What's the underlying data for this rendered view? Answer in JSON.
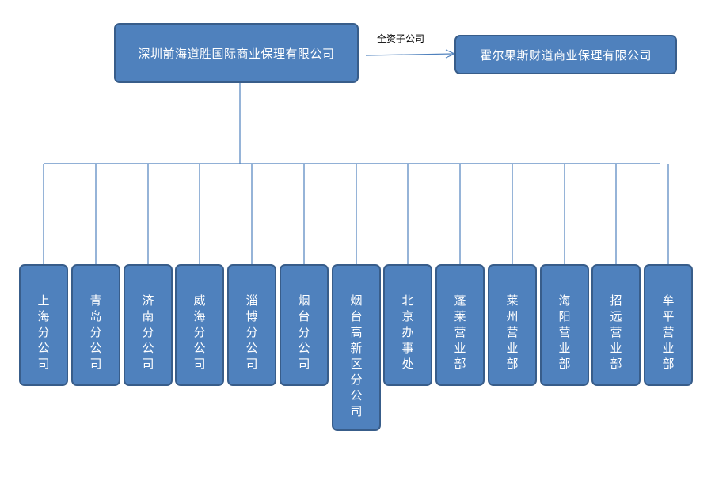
{
  "parent_company": {
    "name": "深圳前海道胜国际商业保理有限公司"
  },
  "subsidiary": {
    "relation_label": "全资子公司",
    "name": "霍尔果斯财道商业保理有限公司"
  },
  "branches": [
    {
      "name": "上海分公司"
    },
    {
      "name": "青岛分公司"
    },
    {
      "name": "济南分公司"
    },
    {
      "name": "威海分公司"
    },
    {
      "name": "淄博分公司"
    },
    {
      "name": "烟台分公司"
    },
    {
      "name": "烟台高新区分公司"
    },
    {
      "name": "北京办事处"
    },
    {
      "name": "蓬莱营业部"
    },
    {
      "name": "莱州营业部"
    },
    {
      "name": "海阳营业部"
    },
    {
      "name": "招远营业部"
    },
    {
      "name": "牟平营业部"
    }
  ],
  "colors": {
    "box_fill": "#4f81bd",
    "box_border": "#385d8a",
    "connector": "#4f81bd",
    "box_text": "#ffffff"
  }
}
